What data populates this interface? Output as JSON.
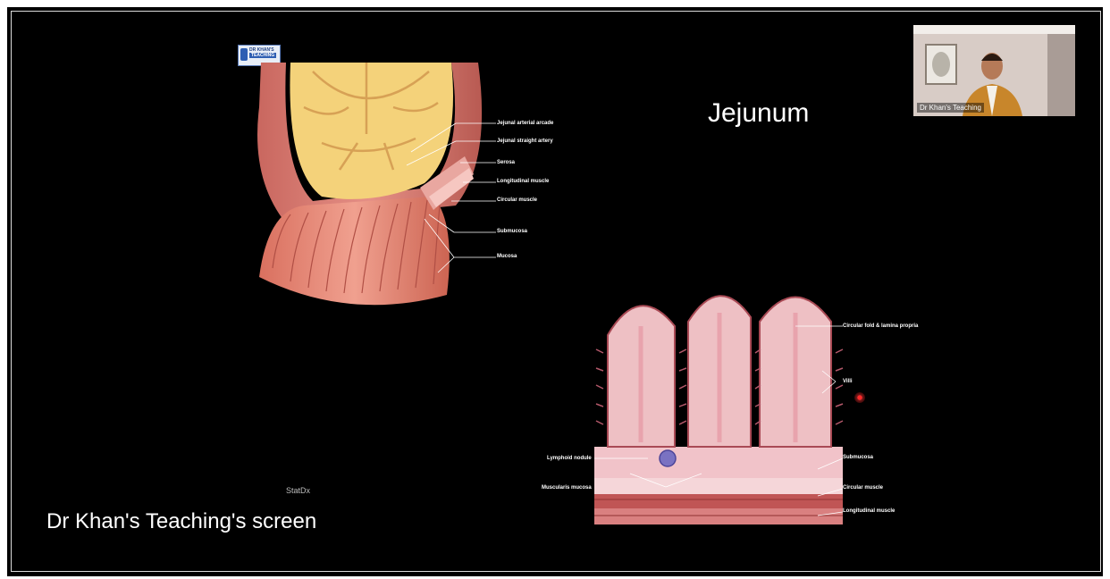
{
  "slide": {
    "title": "Jejunum",
    "credit": "StatDx"
  },
  "screen_share": {
    "label": "Dr Khan's Teaching's screen"
  },
  "video": {
    "participant_name": "Dr Khan's Teaching"
  },
  "logo": {
    "line1": "DR KHAN'S",
    "line2": "TEACHING"
  },
  "diagram_top": {
    "labels": [
      "Jejunal arterial arcade",
      "Jejunal straight artery",
      "Serosa",
      "Longitudinal muscle",
      "Circular muscle",
      "Submucosa",
      "Mucosa"
    ]
  },
  "diagram_bottom": {
    "labels": [
      "Circular fold & lamina propria",
      "Villi",
      "Lymphoid nodule",
      "Muscularis mucosa",
      "Submucosa",
      "Circular muscle",
      "Longitudinal muscle"
    ]
  }
}
